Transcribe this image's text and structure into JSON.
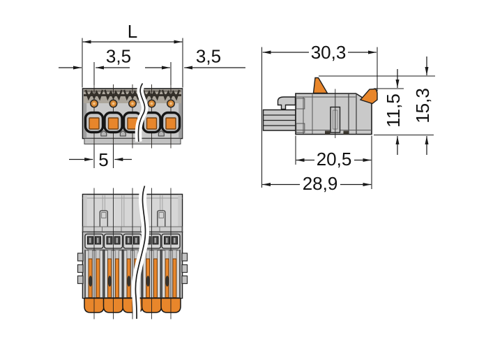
{
  "document": {
    "type": "dimensional technical drawing",
    "subject": "push-in female plug connector, 5 poles shown with break line (variable pole count)",
    "units": "mm",
    "pole_count_shown": 5
  },
  "views": {
    "top": {
      "name": "top view (actuation side)",
      "dims": {
        "overall_length": "L",
        "left_margin": "3,5",
        "right_margin": "3,5",
        "pole_pitch": "5"
      }
    },
    "side": {
      "name": "side view",
      "dims": {
        "overall_depth": "30,3",
        "housing_height": "11,5",
        "overall_height": "15,3",
        "housing_depth": "20,5",
        "depth_incl_pin": "28,9"
      }
    },
    "front": {
      "name": "front view (mating side)"
    }
  },
  "colors": {
    "orange": "#e8862b",
    "housing": "#c9c9c9",
    "cover": "#d6d6d6",
    "line": "#1a1a1a"
  }
}
